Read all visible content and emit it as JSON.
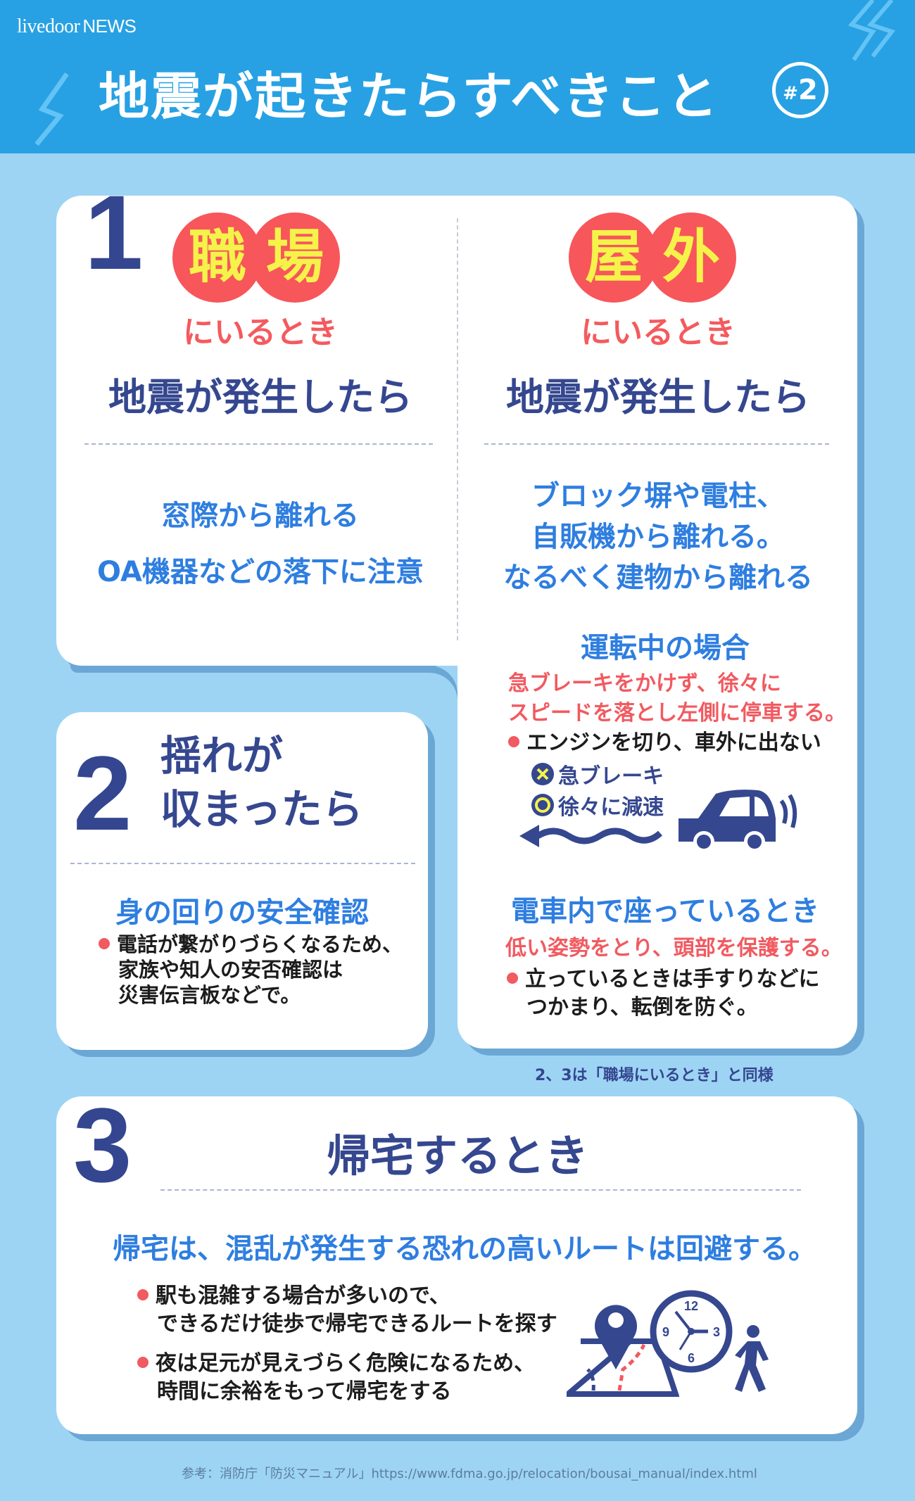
{
  "header": {
    "brand_logo": "livedoor",
    "brand_suffix": "NEWS",
    "title": "地震が起きたらすべきこと",
    "badge_hash": "#",
    "badge_number": "2",
    "colors": {
      "header_bg": "#27a1e3",
      "page_bg": "#9dd4f4",
      "accent_red": "#f7565b",
      "accent_yellow": "#f5f24a",
      "navy": "#35478f",
      "blue": "#2e7ee0"
    }
  },
  "step1": {
    "number": "1",
    "workplace": {
      "circle_chars": [
        "職",
        "場"
      ],
      "subtitle": "にいるとき",
      "heading": "地震が発生したら",
      "lines": [
        "窓際から離れる",
        "OA機器などの落下に注意"
      ]
    },
    "outdoor": {
      "circle_chars": [
        "屋",
        "外"
      ],
      "subtitle": "にいるとき",
      "heading": "地震が発生したら",
      "lines": [
        "ブロック塀や電柱、",
        "自販機から離れる。",
        "なるべく建物から離れる"
      ],
      "driving": {
        "heading": "運転中の場合",
        "red_lines": [
          "急ブレーキをかけず、徐々に",
          "スピードを落とし左側に停車する。"
        ],
        "bullet": "エンジンを切り、車外に出ない",
        "legend": [
          {
            "icon": "cross-icon",
            "label": "急ブレーキ"
          },
          {
            "icon": "circle-icon",
            "label": "徐々に減速"
          }
        ]
      },
      "train": {
        "heading": "電車内で座っているとき",
        "red_line": "低い姿勢をとり、頭部を保護する。",
        "bullet_lines": [
          "立っているときは手すりなどに",
          "つかまり、転倒を防ぐ。"
        ]
      },
      "note": "2、3は「職場にいるとき」と同様"
    }
  },
  "step2": {
    "number": "2",
    "heading_lines": [
      "揺れが",
      "収まったら"
    ],
    "subheading": "身の回りの安全確認",
    "bullet_lines": [
      "電話が繋がりづらくなるため、",
      "家族や知人の安否確認は",
      "災害伝言板などで。"
    ]
  },
  "step3": {
    "number": "3",
    "heading": "帰宅するとき",
    "subheading": "帰宅は、混乱が発生する恐れの高いルートは回避する。",
    "bullets": [
      {
        "lines": [
          "駅も混雑する場合が多いので、",
          "できるだけ徒歩で帰宅できるルートを探す"
        ]
      },
      {
        "lines": [
          "夜は足元が見えづらく危険になるため、",
          "時間に余裕をもって帰宅をする"
        ]
      }
    ],
    "clock_numbers": [
      "12",
      "3",
      "6",
      "9"
    ]
  },
  "reference": "参考：消防庁「防災マニュアル」https://www.fdma.go.jp/relocation/bousai_manual/index.html"
}
